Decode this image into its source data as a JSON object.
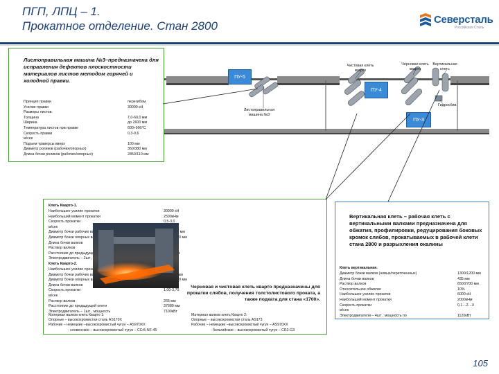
{
  "title": {
    "line1": "ПГП,  ЛПЦ – 1.",
    "line2": "Прокатное отделение. Стан 2800"
  },
  "logo": {
    "name": "Северсталь",
    "sub": "Российская Сталь"
  },
  "diagram": {
    "pv5": "ПУ-5",
    "pv4": "ПУ-4",
    "pv3": "ПУ-3",
    "leveler_label": "Листоправильная машина №3",
    "roughing_label": "Черновая клеть кварто",
    "finishing_label": "Чистовая клеть кварто",
    "vertical_label": "Вертикальная клеть",
    "descaler_label": "Гидросбив"
  },
  "leveler": {
    "heading": "Листоправильная машина №3–предназначена для исправления дефектов плоскостности материалов листов методом горячей и холодной правки.",
    "specs": [
      {
        "k": "Принцип правки",
        "v": "перегибом"
      },
      {
        "k": "Усилие правки",
        "v": "30000 кН"
      },
      {
        "k": "Размеры листов:",
        "v": ""
      },
      {
        "k": "Толщина",
        "v": "7,0-60,0 мм"
      },
      {
        "k": "Ширина",
        "v": "до 2600 мм"
      },
      {
        "k": "Температура листов при правке",
        "v": "600÷900°С"
      },
      {
        "k": "Скорость правки",
        "v": "0,3-0,6"
      },
      {
        "k": "м/сек",
        "v": ""
      },
      {
        "k": "Подъем траверсы вверх",
        "v": "100 мм"
      },
      {
        "k": "Диаметр роликов (рабочих/опорных)",
        "v": "360/380 мм"
      },
      {
        "k": "Длина бочки роликов (рабочих/опорных)",
        "v": "2850/110 мм"
      }
    ]
  },
  "quarto1": {
    "heading": "Клеть Кварто-1.",
    "specs": [
      {
        "k": "Наибольшее усилие прокатки",
        "v": "30000 кН"
      },
      {
        "k": "Наибольший момент прокатки",
        "v": "2500кНм"
      },
      {
        "k": "Скорость прокатки",
        "v": "0,5-3,0"
      },
      {
        "k": "м/сек",
        "v": ""
      },
      {
        "k": "Диаметр бочки рабочих валков (max/min)",
        "v": "1000/940 мм"
      },
      {
        "k": "Диаметр бочки опорных валков (max/min)",
        "v": "1570/1470 мм"
      },
      {
        "k": "Длина бочки валков",
        "v": "2800 мм"
      },
      {
        "k": "Раствор валков",
        "v": "500 мм"
      },
      {
        "k": "Расстояние до предыдущей клети",
        "v": "13180 мм"
      },
      {
        "k": "Электродвигатель – 2шт , мощность по",
        "v": "3550кВт"
      }
    ]
  },
  "quarto2": {
    "heading": "Клеть Кварто-2.",
    "specs": [
      {
        "k": "Наибольшее усилие прокатки",
        "v": "40000 кН"
      },
      {
        "k": "Диаметр бочки рабочих валков (max/min)",
        "v": "800/750 мм"
      },
      {
        "k": "Диаметр бочки опорных валков (max/min)",
        "v": "1570/1470 мм"
      },
      {
        "k": "Длина бочки валков",
        "v": "2800 мм"
      },
      {
        "k": "Скорость прокатки",
        "v": "1,00-3,70"
      },
      {
        "k": "м/сек",
        "v": ""
      },
      {
        "k": "Раствор валков",
        "v": "265 мм"
      },
      {
        "k": "Расстояние до предыдущей клети",
        "v": "37680 мм"
      },
      {
        "k": "Электродвигатель – 1шт , мощность",
        "v": "7100кВт"
      }
    ]
  },
  "materials1": [
    "Материал валков клеть Кварто 1:",
    "Опорные – высокохромистая сталь AS170X",
    "Рабочие – немецкие –высокохромистый чугун – AS970XX",
    "- словенские – высокохромистый чугун – CCr5-NF-45"
  ],
  "materials2": [
    "Материал валков клеть Кварто 2:",
    "Опорные – высокохромистая сталь AS173",
    "Рабочие – немецкие –высокохромистый чугун – AS970XX",
    "- бельгийские – высокохромистый чугун – CR2-G3"
  ],
  "photo_caption": "Черновая и чистовая клеть кварто предназначены для прокатки слябов, получения толстолистового проката, а также подката для стана «1700».",
  "vertical": {
    "heading": "Вертикальная клеть – рабочая клеть с вертикальными валками предназначена для обжатия, профилировки, редуцирования боковых кромок слябов, прокатываемых в рабочей клети стана 2800 и разрыхления окалины",
    "subheading": "Клеть вертикальная.",
    "specs": [
      {
        "k": "Диаметр бочки валков (новых/переточенных)",
        "v": "1300/1200 мм"
      },
      {
        "k": "Длина бочки валков",
        "v": "435 мм"
      },
      {
        "k": "Раствор валков",
        "v": "650/2700 мм"
      },
      {
        "k": "Относительное обжатие",
        "v": "10%"
      },
      {
        "k": "Наибольшее усилие прокатки",
        "v": "6000 кН"
      },
      {
        "k": "Наибольший момент прокатки",
        "v": "2000кНм"
      },
      {
        "k": "Скорость прокатки",
        "v": "0,1…2…3"
      },
      {
        "k": "м/сек",
        "v": ""
      },
      {
        "k": "Электродвигатели – 4шт , мощность по",
        "v": "1120кВт"
      }
    ]
  },
  "page_number": "105"
}
